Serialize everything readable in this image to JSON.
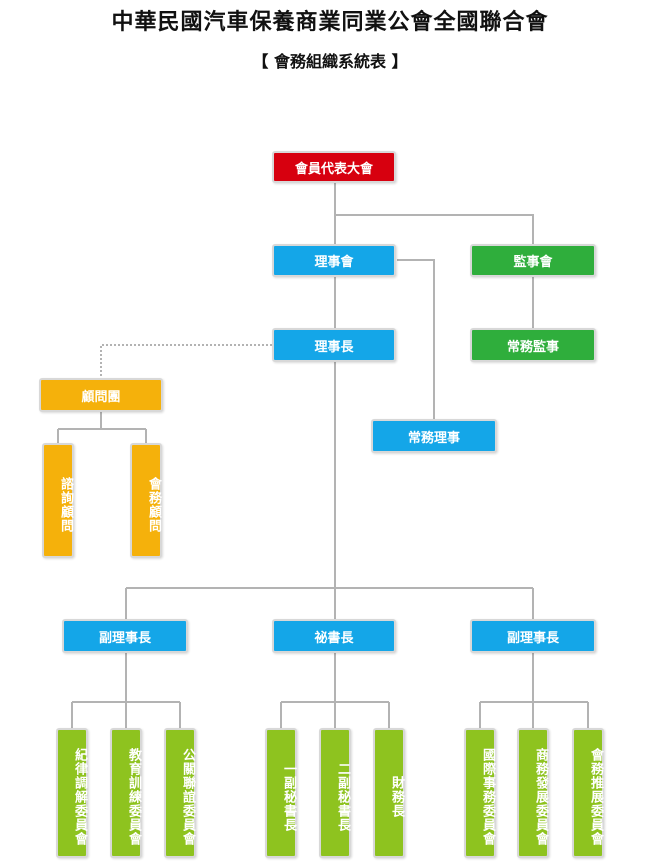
{
  "header": {
    "title": "中華民國汽車保養商業同業公會全國聯合會",
    "subtitle": "【 會務組織系統表 】"
  },
  "colors": {
    "red": "#d7000f",
    "blue": "#14a6e8",
    "green": "#2fae3c",
    "orange": "#f5b10b",
    "lime": "#8ec31f",
    "line": "#b3b3b3"
  },
  "nodes": {
    "assembly": "會員代表大會",
    "board": "理事會",
    "supervisors": "監事會",
    "chairman": "理事長",
    "standing_supervisor": "常務監事",
    "advisory_group": "顧問團",
    "standing_director": "常務理事",
    "consult_advisor": "諮詢顧問",
    "affairs_advisor": "會務顧問",
    "vice_chairman_left": "副理事長",
    "secretary_general": "祕書長",
    "vice_chairman_right": "副理事長",
    "discipline_committee": "紀律調解委員會",
    "education_committee": "教育訓練委員會",
    "pr_committee": "公關聯誼委員會",
    "first_deputy_secretary": "一副秘書長",
    "second_deputy_secretary": "二副秘書長",
    "finance_chief": "財務長",
    "international_committee": "國際事務委員會",
    "business_committee": "商務發展委員會",
    "promotion_committee": "會務推展委員會"
  }
}
